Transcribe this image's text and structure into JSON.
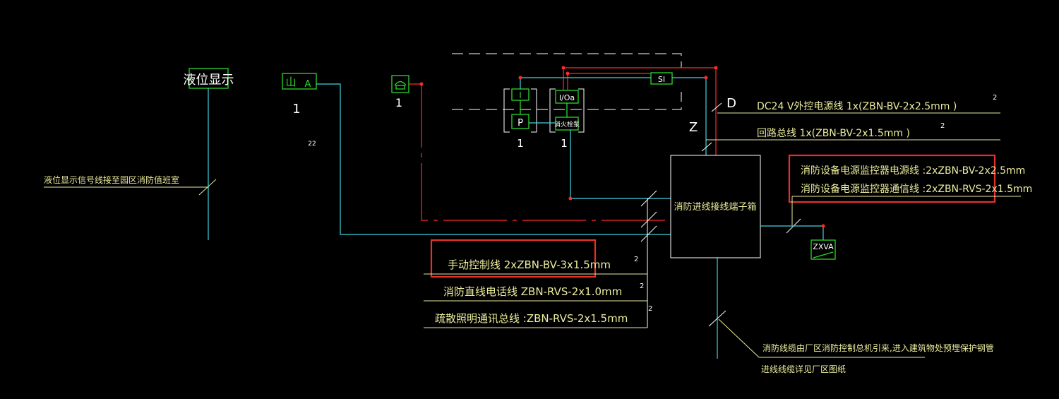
{
  "colors": {
    "background": "#000000",
    "wire_cyan": "#3fd3e0",
    "wire_red": "#ff2a2a",
    "symbol_green": "#2bd92b",
    "text_yellow": "#ecec9e",
    "highlight_red": "#e5302c"
  },
  "symbols": {
    "level_display": "液位显示",
    "meter_left": "山",
    "meter_right": "A",
    "meter_count": "1",
    "meter_note": "22",
    "phone_count": "1",
    "module_i": "I",
    "module_p": "P",
    "module_io": "I/Oa",
    "module_fire": "消火栓泵",
    "module_count_1": "1",
    "module_count_2": "1",
    "si_box": "SI",
    "terminal_box": "消防进线接线端子箱",
    "zxva_box": "ZXVA",
    "mark_d": "D",
    "mark_z": "Z"
  },
  "labels": {
    "level_signal": "液位显示信号线接至园区消防值班室",
    "dc24v": "DC24 V外控电源线 1x(ZBN-BV-2x2.5mm )",
    "dc24v_sup": "2",
    "loop_bus": "回路总线 1x(ZBN-BV-2x1.5mm )",
    "loop_bus_sup": "2",
    "monitor_power": "消防设备电源监控器电源线 :2xZBN-BV-2x2.5mm",
    "monitor_comm": "消防设备电源监控器通信线 :2xZBN-RVS-2x1.5mm",
    "manual_ctrl": "手动控制线 2xZBN-BV-3x1.5mm",
    "manual_ctrl_sup": "2",
    "fire_phone": "消防直线电话线 ZBN-RVS-2x1.0mm",
    "fire_phone_sup": "2",
    "emergency_bus": "疏散照明通讯总线 :ZBN-RVS-2x1.5mm",
    "emergency_bus_sup": "2",
    "incoming_note": "消防线缆由厂区消防控制总机引来,进入建筑物处预埋保护钢管",
    "incoming_note2": "进线线缆详见厂区图纸"
  }
}
